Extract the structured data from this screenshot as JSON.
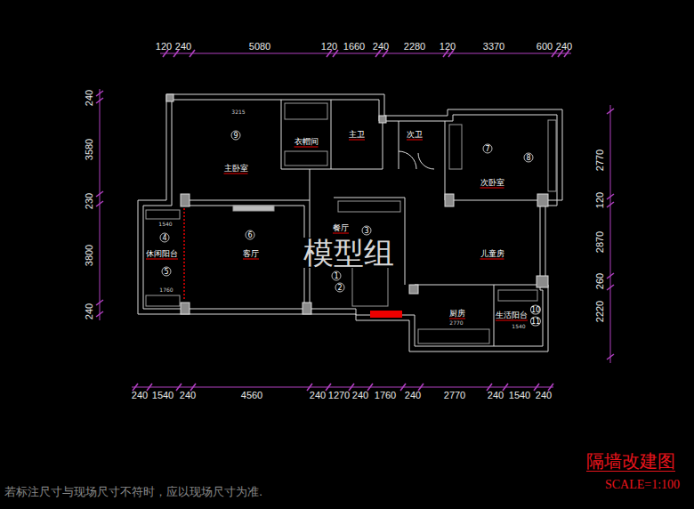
{
  "diagram": {
    "title": "隔墙改建图",
    "caption": "SCALE=1:100",
    "labels": [
      "120",
      "240",
      "5080",
      "120",
      "1660",
      "240",
      "2280",
      "120",
      "3370",
      "600",
      "240",
      "240",
      "1540",
      "240",
      "4560",
      "240",
      "1270",
      "240",
      "1760",
      "240",
      "2770",
      "240",
      "1540",
      "240",
      "240",
      "3580",
      "230",
      "3800",
      "240",
      "2770",
      "120",
      "2870",
      "260",
      "2220",
      "主卧室",
      "衣帽间",
      "主卫",
      "次卫",
      "次卧室",
      "休闲阳台",
      "客厅",
      "餐厅",
      "儿童房",
      "厨房",
      "生活阳台",
      "9",
      "7",
      "8",
      "4",
      "5",
      "6",
      "3",
      "1",
      "2",
      "10",
      "11",
      "3215",
      "1540",
      "1760",
      "2770",
      "1540",
      "模型组",
      "若标注尺寸与现场尺寸不符时，应以现场尺寸为准."
    ]
  }
}
